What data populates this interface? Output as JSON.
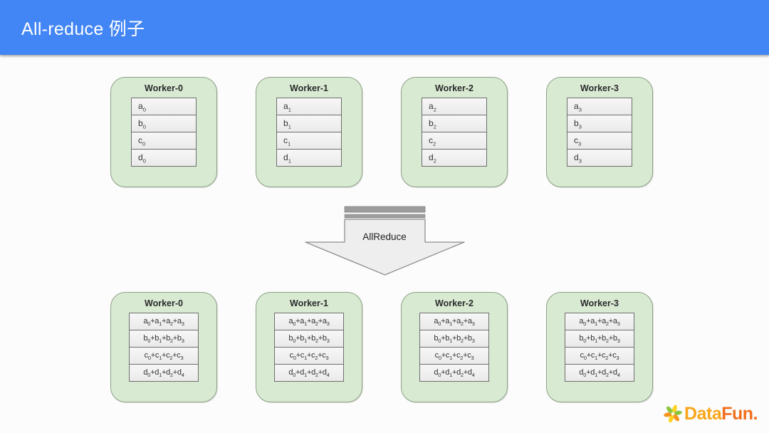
{
  "header": {
    "title": "All-reduce 例子"
  },
  "colors": {
    "header_bg": "#4285f4",
    "worker_fill": "#d9ead3",
    "worker_border": "#8ca184",
    "row_fill": "#efefef",
    "arrow_fill": "#eeeeee",
    "arrow_stripe": "#9d9d9d",
    "logo_orange": "#f9a61a",
    "logo_deep_orange": "#f1701f"
  },
  "arrow": {
    "label": "AllReduce"
  },
  "workers_before": [
    {
      "title": "Worker-0",
      "rows": [
        "a_0",
        "b_0",
        "c_0",
        "d_0"
      ]
    },
    {
      "title": "Worker-1",
      "rows": [
        "a_1",
        "b_1",
        "c_1",
        "d_1"
      ]
    },
    {
      "title": "Worker-2",
      "rows": [
        "a_2",
        "b_2",
        "c_2",
        "d_2"
      ]
    },
    {
      "title": "Worker-3",
      "rows": [
        "a_3",
        "b_3",
        "c_3",
        "d_3"
      ]
    }
  ],
  "workers_after": [
    {
      "title": "Worker-0",
      "rows": [
        "a_0+a_1+a_2+a_3",
        "b_0+b_1+b_2+b_3",
        "c_0+c_1+c_2+c_3",
        "d_0+d_1+d_2+d_4"
      ]
    },
    {
      "title": "Worker-1",
      "rows": [
        "a_0+a_1+a_2+a_3",
        "b_0+b_1+b_2+b_3",
        "c_0+c_1+c_2+c_3",
        "d_0+d_1+d_2+d_4"
      ]
    },
    {
      "title": "Worker-2",
      "rows": [
        "a_0+a_1+a_2+a_3",
        "b_0+b_1+b_2+b_3",
        "c_0+c_1+c_2+c_3",
        "d_0+d_1+d_2+d_4"
      ]
    },
    {
      "title": "Worker-3",
      "rows": [
        "a_0+a_1+a_2+a_3",
        "b_0+b_1+b_2+b_3",
        "c_0+c_1+c_2+c_3",
        "d_0+d_1+d_2+d_4"
      ]
    }
  ],
  "logo": {
    "text_part1": "Data",
    "text_part2": "Fun.",
    "icon": "pinwheel-icon"
  }
}
